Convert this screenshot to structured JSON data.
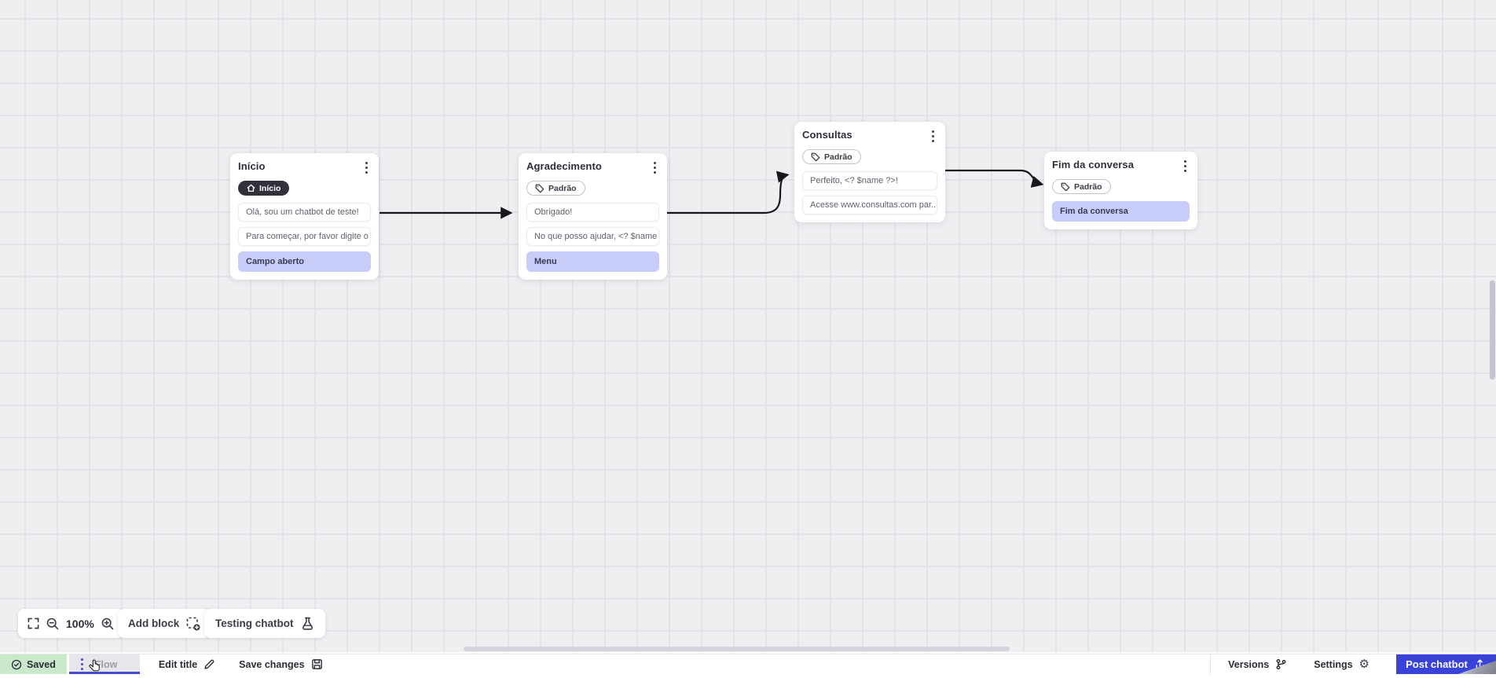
{
  "canvas": {
    "toolbar": {
      "zoom_level": "100%",
      "add_block_label": "Add block",
      "testing_label": "Testing chatbot"
    },
    "nodes": [
      {
        "title": "Início",
        "badge": {
          "icon": "home-icon",
          "label": "Início",
          "variant": "dark"
        },
        "items": [
          {
            "type": "message",
            "text": "Olá, sou um chatbot de teste!"
          },
          {
            "type": "message",
            "text": "Para começar, por favor digite o ..."
          },
          {
            "type": "action",
            "text": "Campo aberto"
          }
        ]
      },
      {
        "title": "Agradecimento",
        "badge": {
          "icon": "tag-icon",
          "label": "Padrão",
          "variant": "outline"
        },
        "items": [
          {
            "type": "message",
            "text": "Obrigado!"
          },
          {
            "type": "message",
            "text": "No que posso ajudar, <? $name ..."
          },
          {
            "type": "action",
            "text": "Menu"
          }
        ]
      },
      {
        "title": "Consultas",
        "badge": {
          "icon": "tag-icon",
          "label": "Padrão",
          "variant": "outline"
        },
        "items": [
          {
            "type": "message",
            "text": "Perfeito, <? $name ?>!"
          },
          {
            "type": "message",
            "text": "Acesse www.consultas.com par..."
          }
        ]
      },
      {
        "title": "Fim da conversa",
        "badge": {
          "icon": "tag-icon",
          "label": "Padrão",
          "variant": "outline"
        },
        "items": [
          {
            "type": "action",
            "text": "Fim da conversa"
          }
        ]
      }
    ]
  },
  "statusbar": {
    "saved_label": "Saved",
    "flow_tab_label": "Flow",
    "edit_title_label": "Edit title",
    "save_changes_label": "Save changes",
    "versions_label": "Versions",
    "settings_label": "Settings",
    "post_button_label": "Post chatbot",
    "settings_gear_glyph": "⚙"
  },
  "colors": {
    "accent_blue": "#3a43d8",
    "tab_underline": "#4549d6",
    "saved_green": "#c9e9ca",
    "action_lavender": "#c7cdf8",
    "dark_badge": "#31313d",
    "canvas_bg": "#efeff2",
    "grid_line": "#e3e3e8",
    "connector": "#17171c"
  }
}
